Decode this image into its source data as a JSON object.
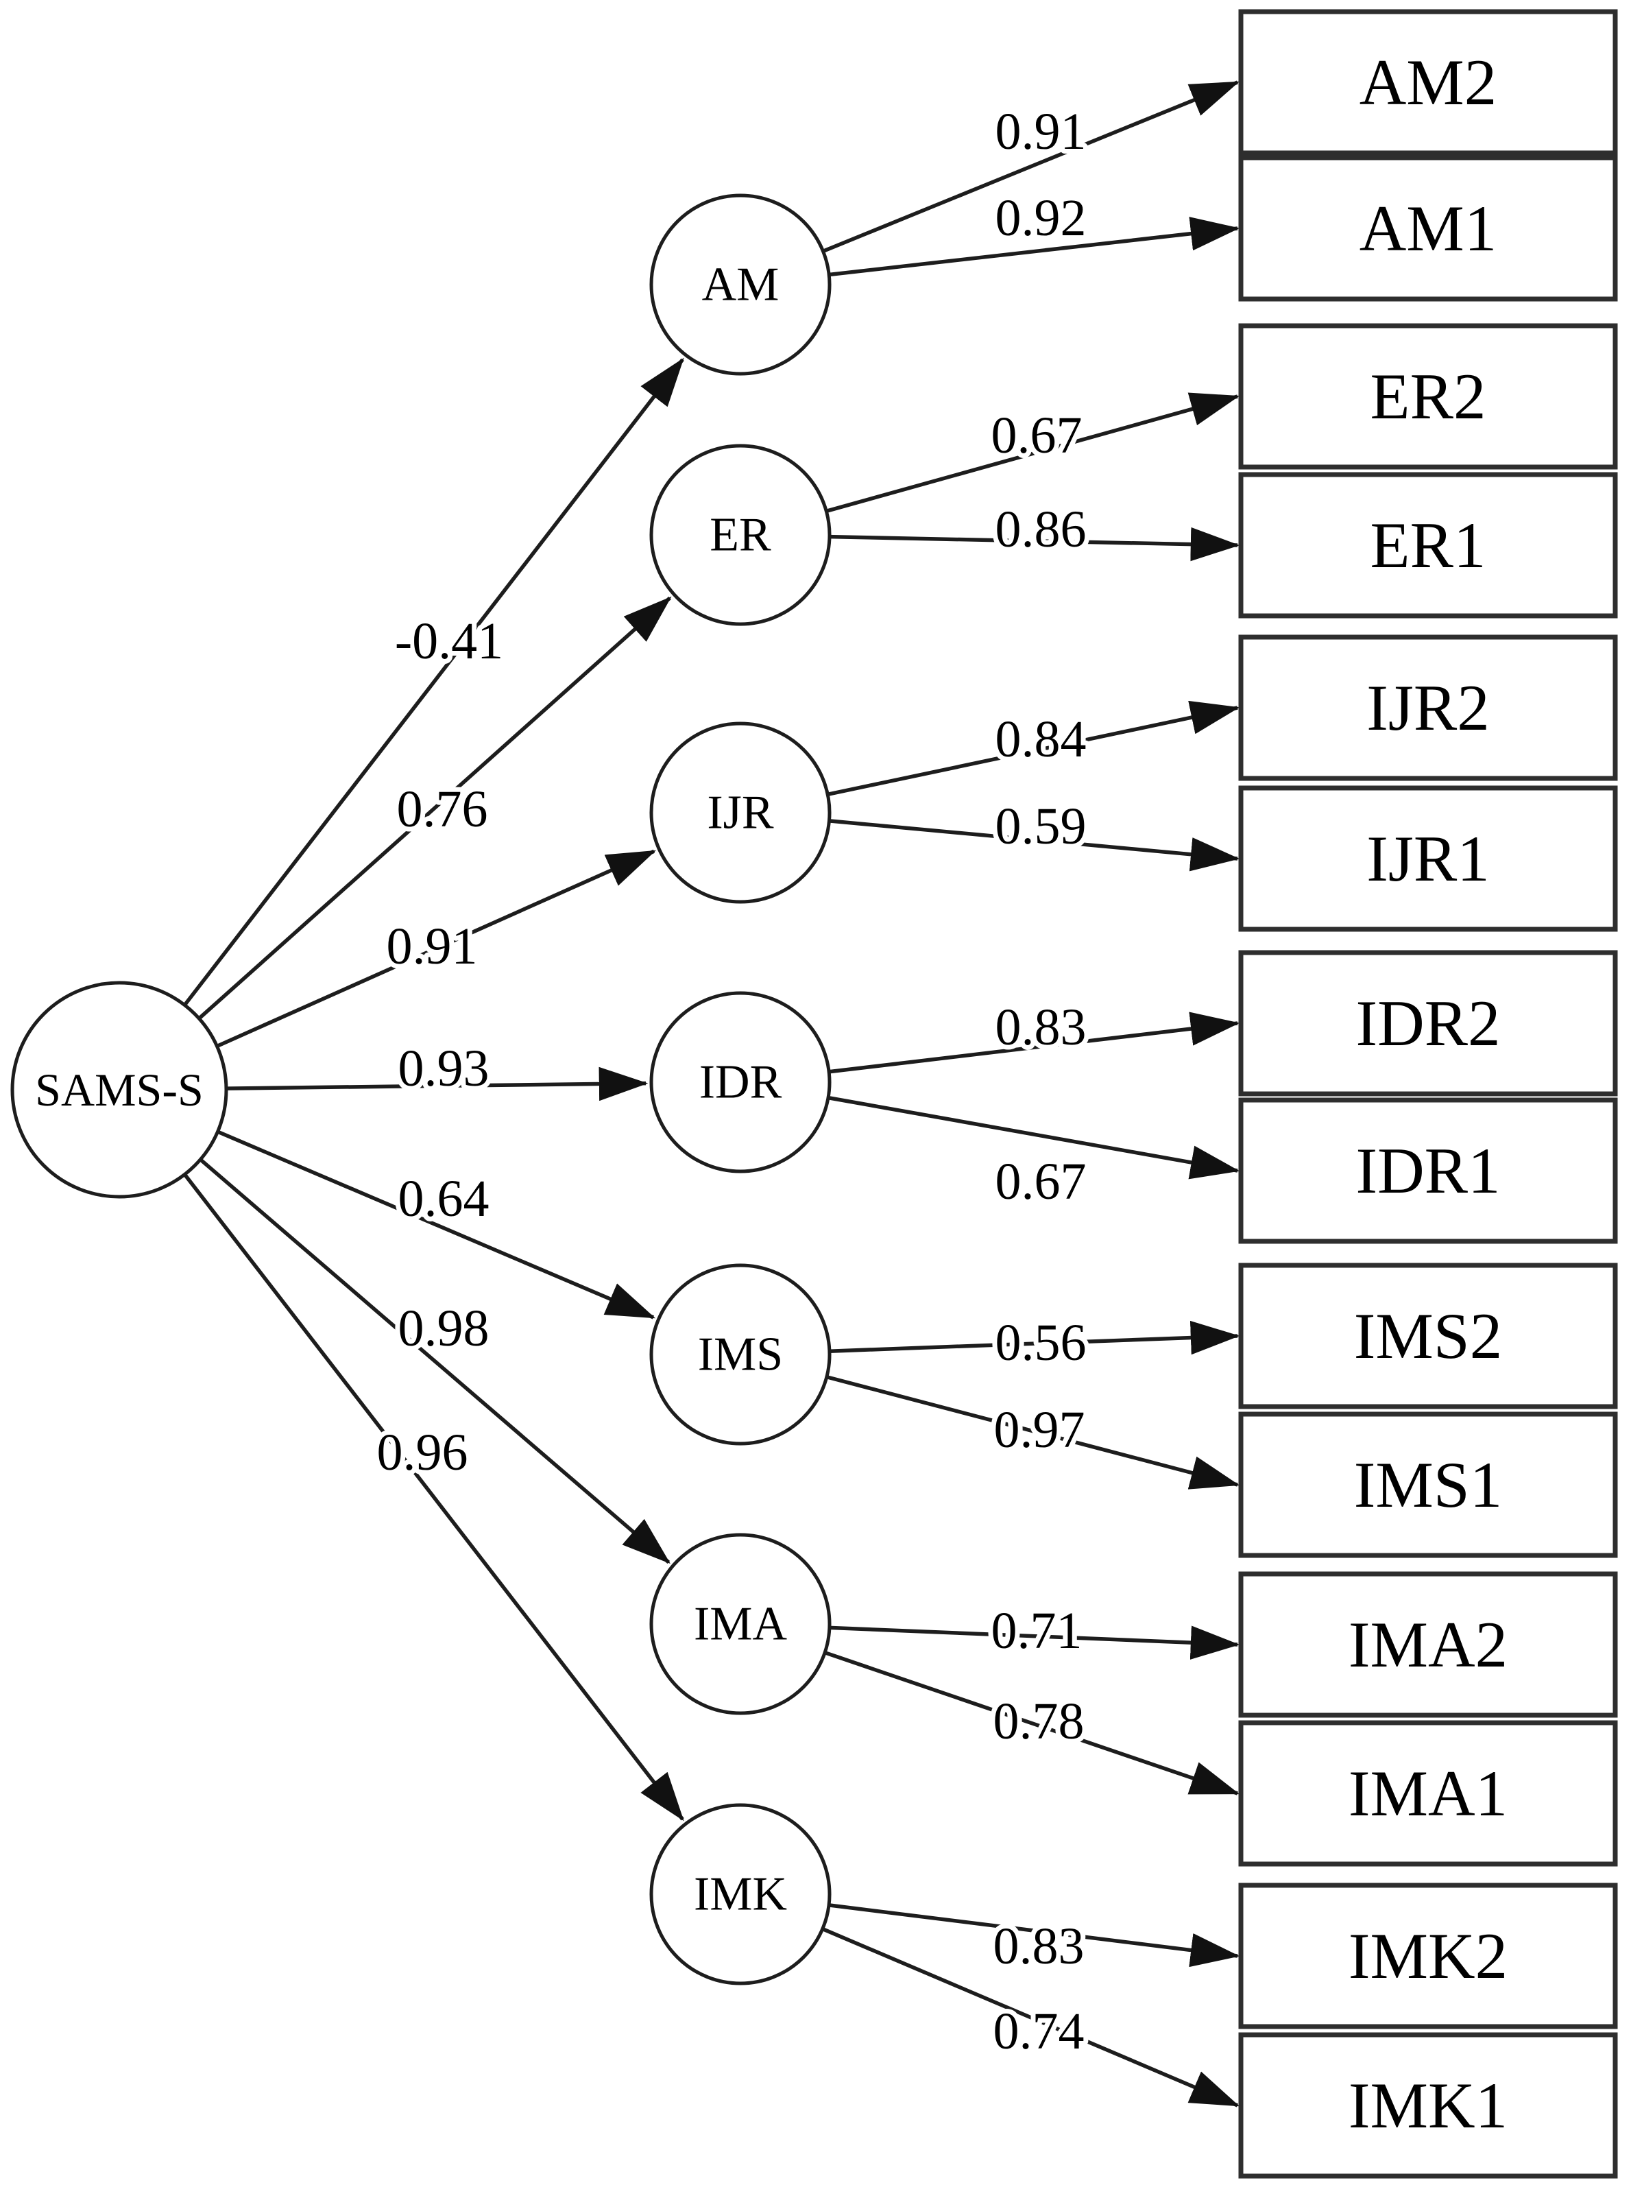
{
  "diagram": {
    "type": "sem-path-diagram",
    "latent": {
      "id": "SAMS-S",
      "label": "SAMS-S"
    },
    "factors": [
      {
        "id": "AM",
        "label": "AM",
        "path_coefficient": "-0.41",
        "indicators": [
          {
            "label": "AM2",
            "loading": "0.91"
          },
          {
            "label": "AM1",
            "loading": "0.92"
          }
        ]
      },
      {
        "id": "ER",
        "label": "ER",
        "path_coefficient": "0.76",
        "indicators": [
          {
            "label": "ER2",
            "loading": "0.67"
          },
          {
            "label": "ER1",
            "loading": "0.86"
          }
        ]
      },
      {
        "id": "IJR",
        "label": "IJR",
        "path_coefficient": "0.91",
        "indicators": [
          {
            "label": "IJR2",
            "loading": "0.84"
          },
          {
            "label": "IJR1",
            "loading": "0.59"
          }
        ]
      },
      {
        "id": "IDR",
        "label": "IDR",
        "path_coefficient": "0.93",
        "indicators": [
          {
            "label": "IDR2",
            "loading": "0.83"
          },
          {
            "label": "IDR1",
            "loading": "0.67"
          }
        ]
      },
      {
        "id": "IMS",
        "label": "IMS",
        "path_coefficient": "0.64",
        "indicators": [
          {
            "label": "IMS2",
            "loading": "0.56"
          },
          {
            "label": "IMS1",
            "loading": "0.97"
          }
        ]
      },
      {
        "id": "IMA",
        "label": "IMA",
        "path_coefficient": "0.98",
        "indicators": [
          {
            "label": "IMA2",
            "loading": "0.71"
          },
          {
            "label": "IMA1",
            "loading": "0.78"
          }
        ]
      },
      {
        "id": "IMK",
        "label": "IMK",
        "path_coefficient": "0.96",
        "indicators": [
          {
            "label": "IMK2",
            "loading": "0.83"
          },
          {
            "label": "IMK1",
            "loading": "0.74"
          }
        ]
      }
    ],
    "colors": {
      "background": "#ffffff",
      "line": "#1d1d1d",
      "box_border": "#2e2e2e",
      "text": "#000000"
    }
  }
}
